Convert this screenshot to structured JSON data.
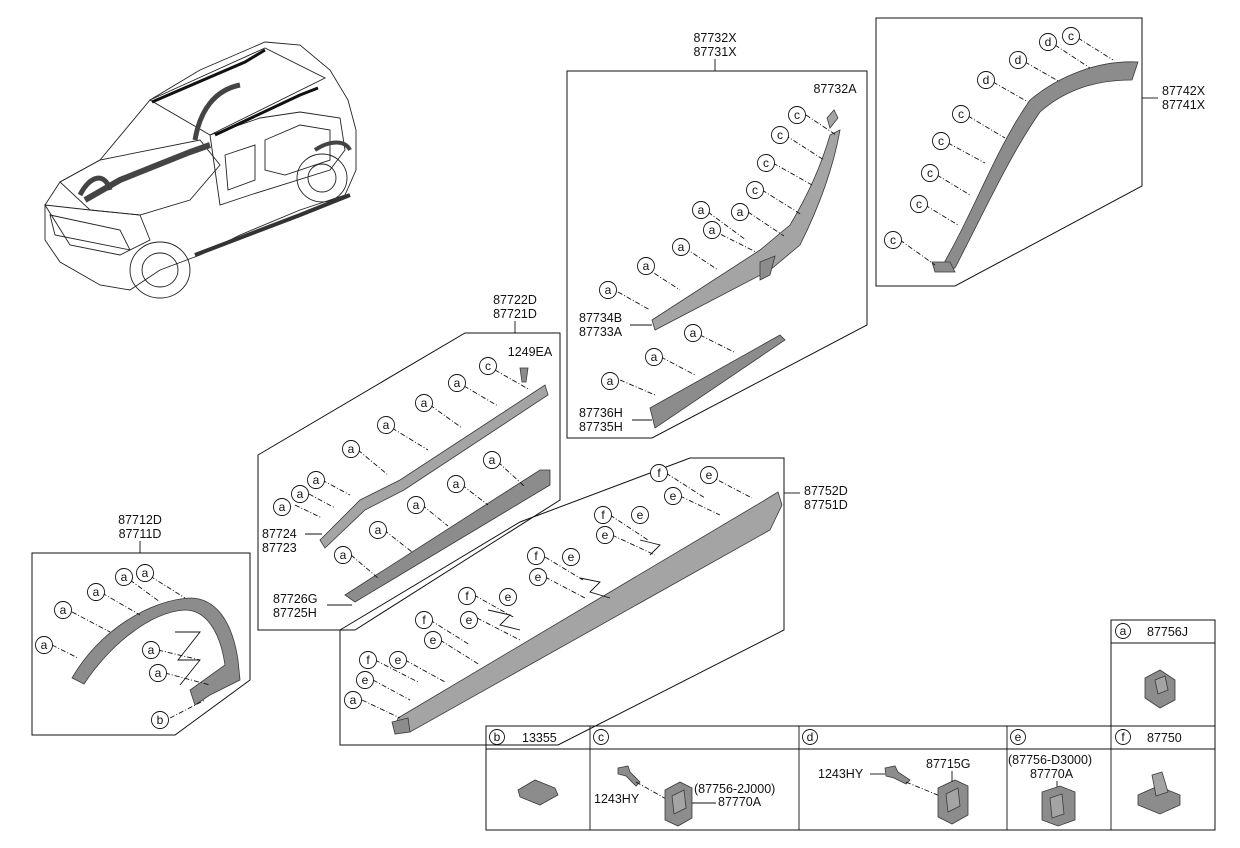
{
  "groups": {
    "fender_front": {
      "num1": "87712D",
      "num2": "87711D"
    },
    "sill_upper": {
      "num1": "87722D",
      "num2": "87721D",
      "bolt": "1249EA",
      "part_a": "87724",
      "part_b": "87723",
      "part_c": "87726G",
      "part_d": "87725H"
    },
    "door_upper": {
      "num1": "87732X",
      "num2": "87731X",
      "piece": "87732A",
      "part_a": "87734B",
      "part_b": "87733A",
      "part_c": "87736H",
      "part_d": "87735H"
    },
    "fender_rear": {
      "num1": "87742X",
      "num2": "87741X"
    },
    "side_sill": {
      "num1": "87752D",
      "num2": "87751D"
    }
  },
  "table": {
    "a": {
      "letter": "a",
      "part": "87756J"
    },
    "b": {
      "letter": "b",
      "part": "13355"
    },
    "c": {
      "letter": "c",
      "screw": "1243HY",
      "alt": "(87756-2J000)",
      "part": "87770A"
    },
    "d": {
      "letter": "d",
      "screw": "1243HY",
      "part": "87715G"
    },
    "e": {
      "letter": "e",
      "alt": "(87756-D3000)",
      "part": "87770A"
    },
    "f": {
      "letter": "f",
      "part": "87750"
    }
  }
}
